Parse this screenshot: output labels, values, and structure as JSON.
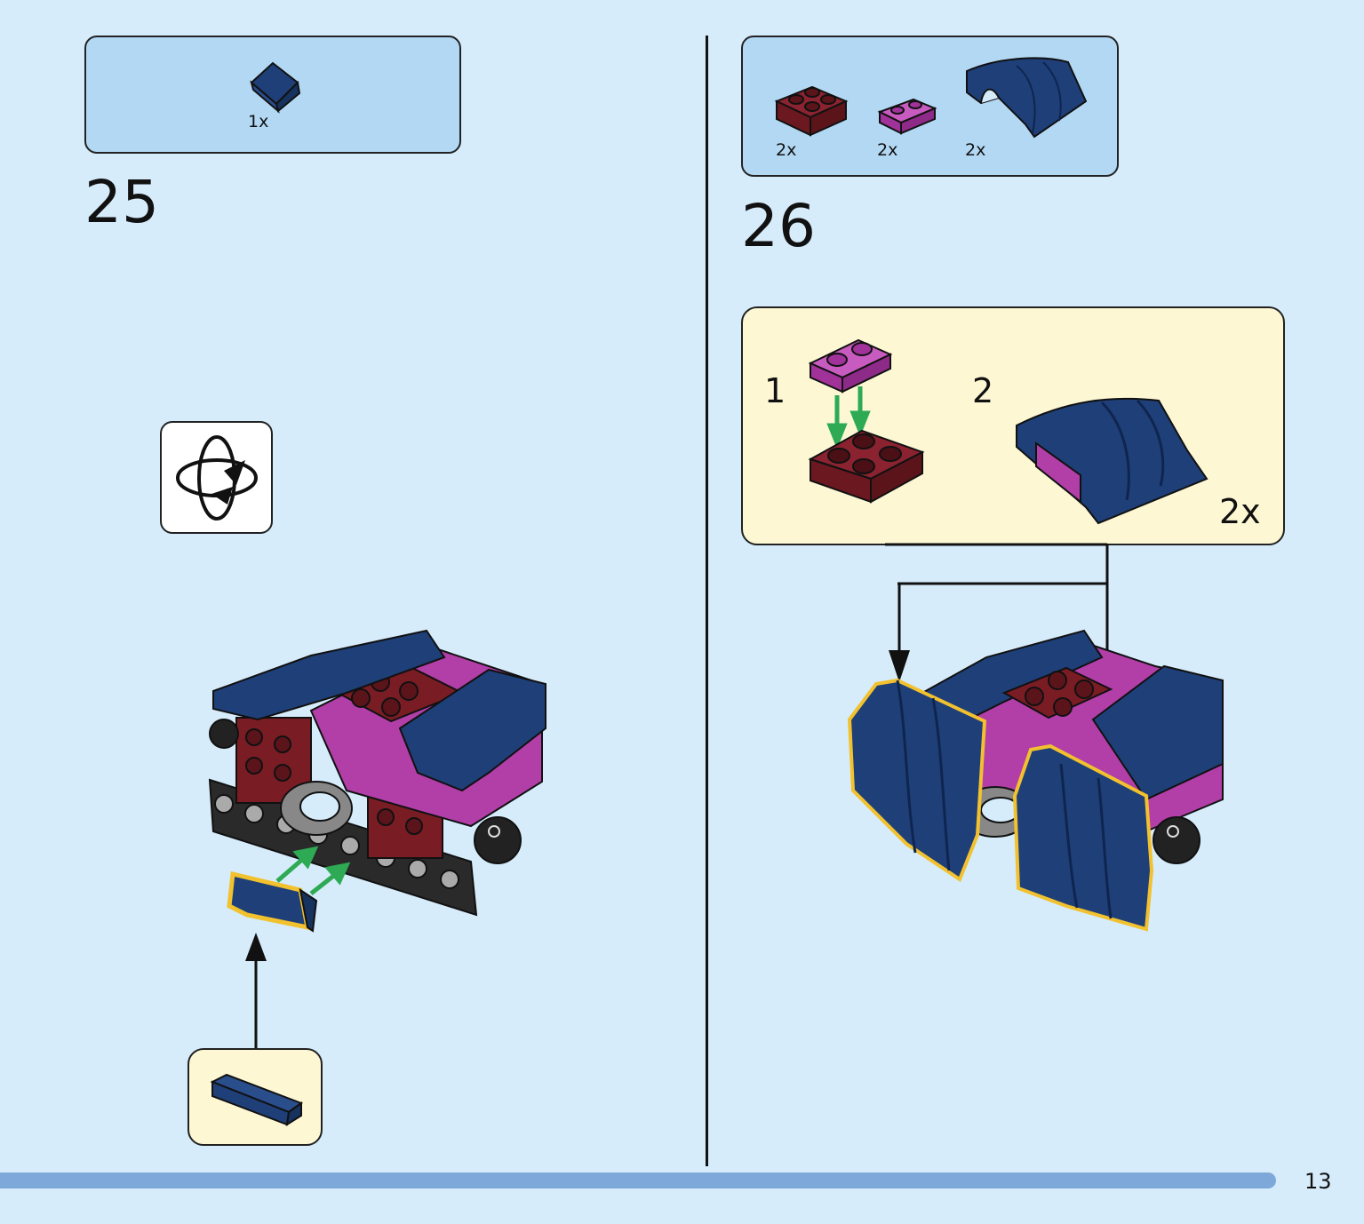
{
  "step25": {
    "number": "25",
    "parts": [
      {
        "qty": "1x",
        "name": "dark-blue-slope-1x2"
      }
    ],
    "rotate_icon": "rotate-model-icon"
  },
  "step26": {
    "number": "26",
    "parts": [
      {
        "qty": "2x",
        "name": "dark-red-plate-2x2"
      },
      {
        "qty": "2x",
        "name": "magenta-plate-1x2"
      },
      {
        "qty": "2x",
        "name": "dark-blue-curved-slope"
      }
    ],
    "substeps": [
      {
        "label": "1"
      },
      {
        "label": "2",
        "multiplier": "2x"
      }
    ]
  },
  "colors": {
    "background": "#d6ecfb",
    "parts_box": "#b3d8f4",
    "callout": "#fdf7d4",
    "dark_blue": "#1f3f78",
    "magenta": "#b23ea8",
    "dark_red": "#7a1c24",
    "highlight": "#f2c12e",
    "guide_arrow": "#2eaa55",
    "progress": "#7ea8d9"
  },
  "footer": {
    "page_number": "13"
  }
}
